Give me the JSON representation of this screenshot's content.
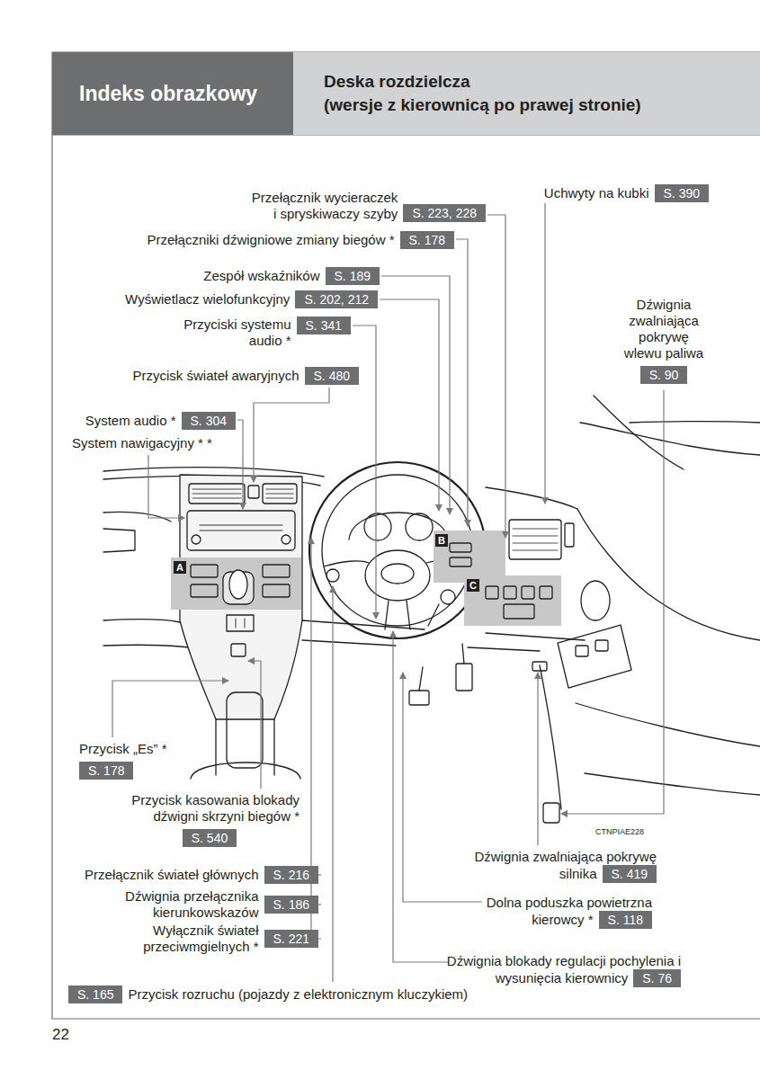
{
  "diagram": {
    "nodes": [
      {
        "text": [
          "Indeks obrazkowy"
        ]
      },
      {
        "text": [
          "Deska rozdzielcza",
          "(wersje z kierownicą po prawej stronie)"
        ]
      },
      {
        "text": [
          "Przełącznik wycieraczek i spryskiwaczy szyby",
          "S. 223, 228"
        ]
      },
      {
        "text": [
          "Uchwyty na kubki",
          "S. 390"
        ]
      },
      {
        "text": [
          "Przełączniki dźwigniowe zmiany biegów *",
          "S. 178"
        ]
      },
      {
        "text": [
          "Zespół wskaźników",
          "S. 189"
        ]
      },
      {
        "text": [
          "Wyświetlacz wielofunkcyjny",
          "S. 202, 212"
        ]
      },
      {
        "text": [
          "Przyciski systemu audio *",
          "S. 341"
        ]
      },
      {
        "text": [
          "Dźwignia zwalniająca pokrywę wlewu paliwa",
          "S. 90"
        ]
      },
      {
        "text": [
          "Przycisk świateł awaryjnych",
          "S. 480"
        ]
      },
      {
        "text": [
          "System audio *",
          "S. 304"
        ]
      },
      {
        "text": [
          "Przycisk „Es” *",
          "S. 178"
        ]
      },
      {
        "text": [
          "Przycisk kasowania blokady dźwigni skrzyni biegów *",
          "S. 540"
        ]
      },
      {
        "text": [
          "Dźwignia zwalniająca pokrywę silnika",
          "S. 419"
        ]
      },
      {
        "text": [
          "Przełącznik świateł głównych",
          "S. 216"
        ]
      },
      {
        "text": [
          "Dolna poduszka powietrzna kierowcy *",
          "S. 118"
        ]
      },
      {
        "text": [
          "Dźwignia przełącznika kierunkowskazów",
          "S. 186"
        ]
      },
      {
        "text": [
          "Wyłącznik świateł przeciwmgielnych *",
          "S. 221"
        ]
      },
      {
        "text": [
          "Dźwignia blokady regulacji pochylenia i wysunięcia kierownicy",
          "S. 76"
        ]
      },
      {
        "text": [
          "S. 165",
          "Przycisk rozruchu (pojazdy z elektronicznym kluczykiem)"
        ]
      },
      {
        "text": [
          "A"
        ]
      },
      {
        "text": [
          "B"
        ]
      },
      {
        "text": [
          "C"
        ]
      }
    ],
    "labels": [
      "System nawigacyjny * *",
      "CTNPIAE228",
      "22"
    ]
  }
}
